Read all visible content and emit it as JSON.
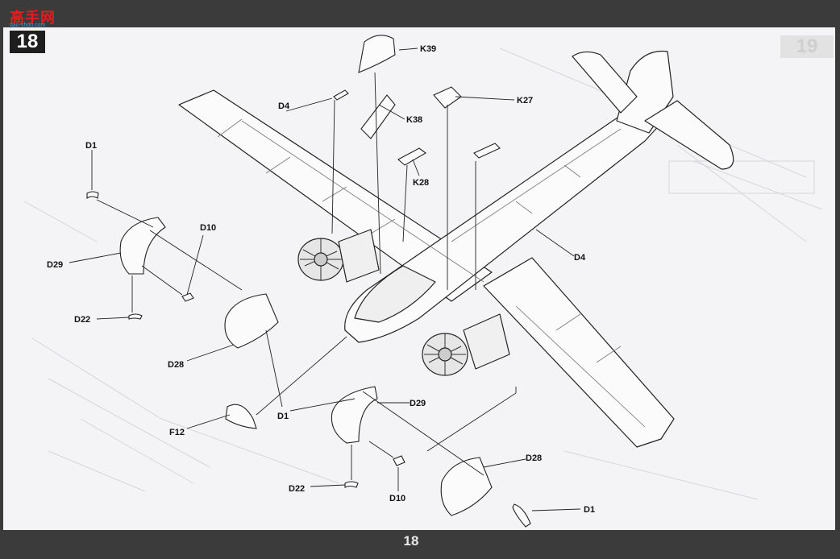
{
  "header": {
    "logo_text": "高手网",
    "logo_subtext": "gao-shou.com"
  },
  "step": {
    "number": "18",
    "next_step_ghost": "19"
  },
  "footer": {
    "page_number": "18"
  },
  "callouts": {
    "k39": "K39",
    "d4_top": "D4",
    "k38": "K38",
    "k27": "K27",
    "k28": "K28",
    "d1_left": "D1",
    "d10_left": "D10",
    "d29_left": "D29",
    "d4_right": "D4",
    "d22_left": "D22",
    "d28_left": "D28",
    "d1_mid": "D1",
    "d29_right": "D29",
    "f12": "F12",
    "d28_right": "D28",
    "d22_right": "D22",
    "d10_right": "D10",
    "d1_right": "D1"
  },
  "colors": {
    "sheet": "#f4f4f6",
    "ink": "#222222",
    "frame": "#3b3b3b",
    "logo_red": "#e21d1d"
  }
}
